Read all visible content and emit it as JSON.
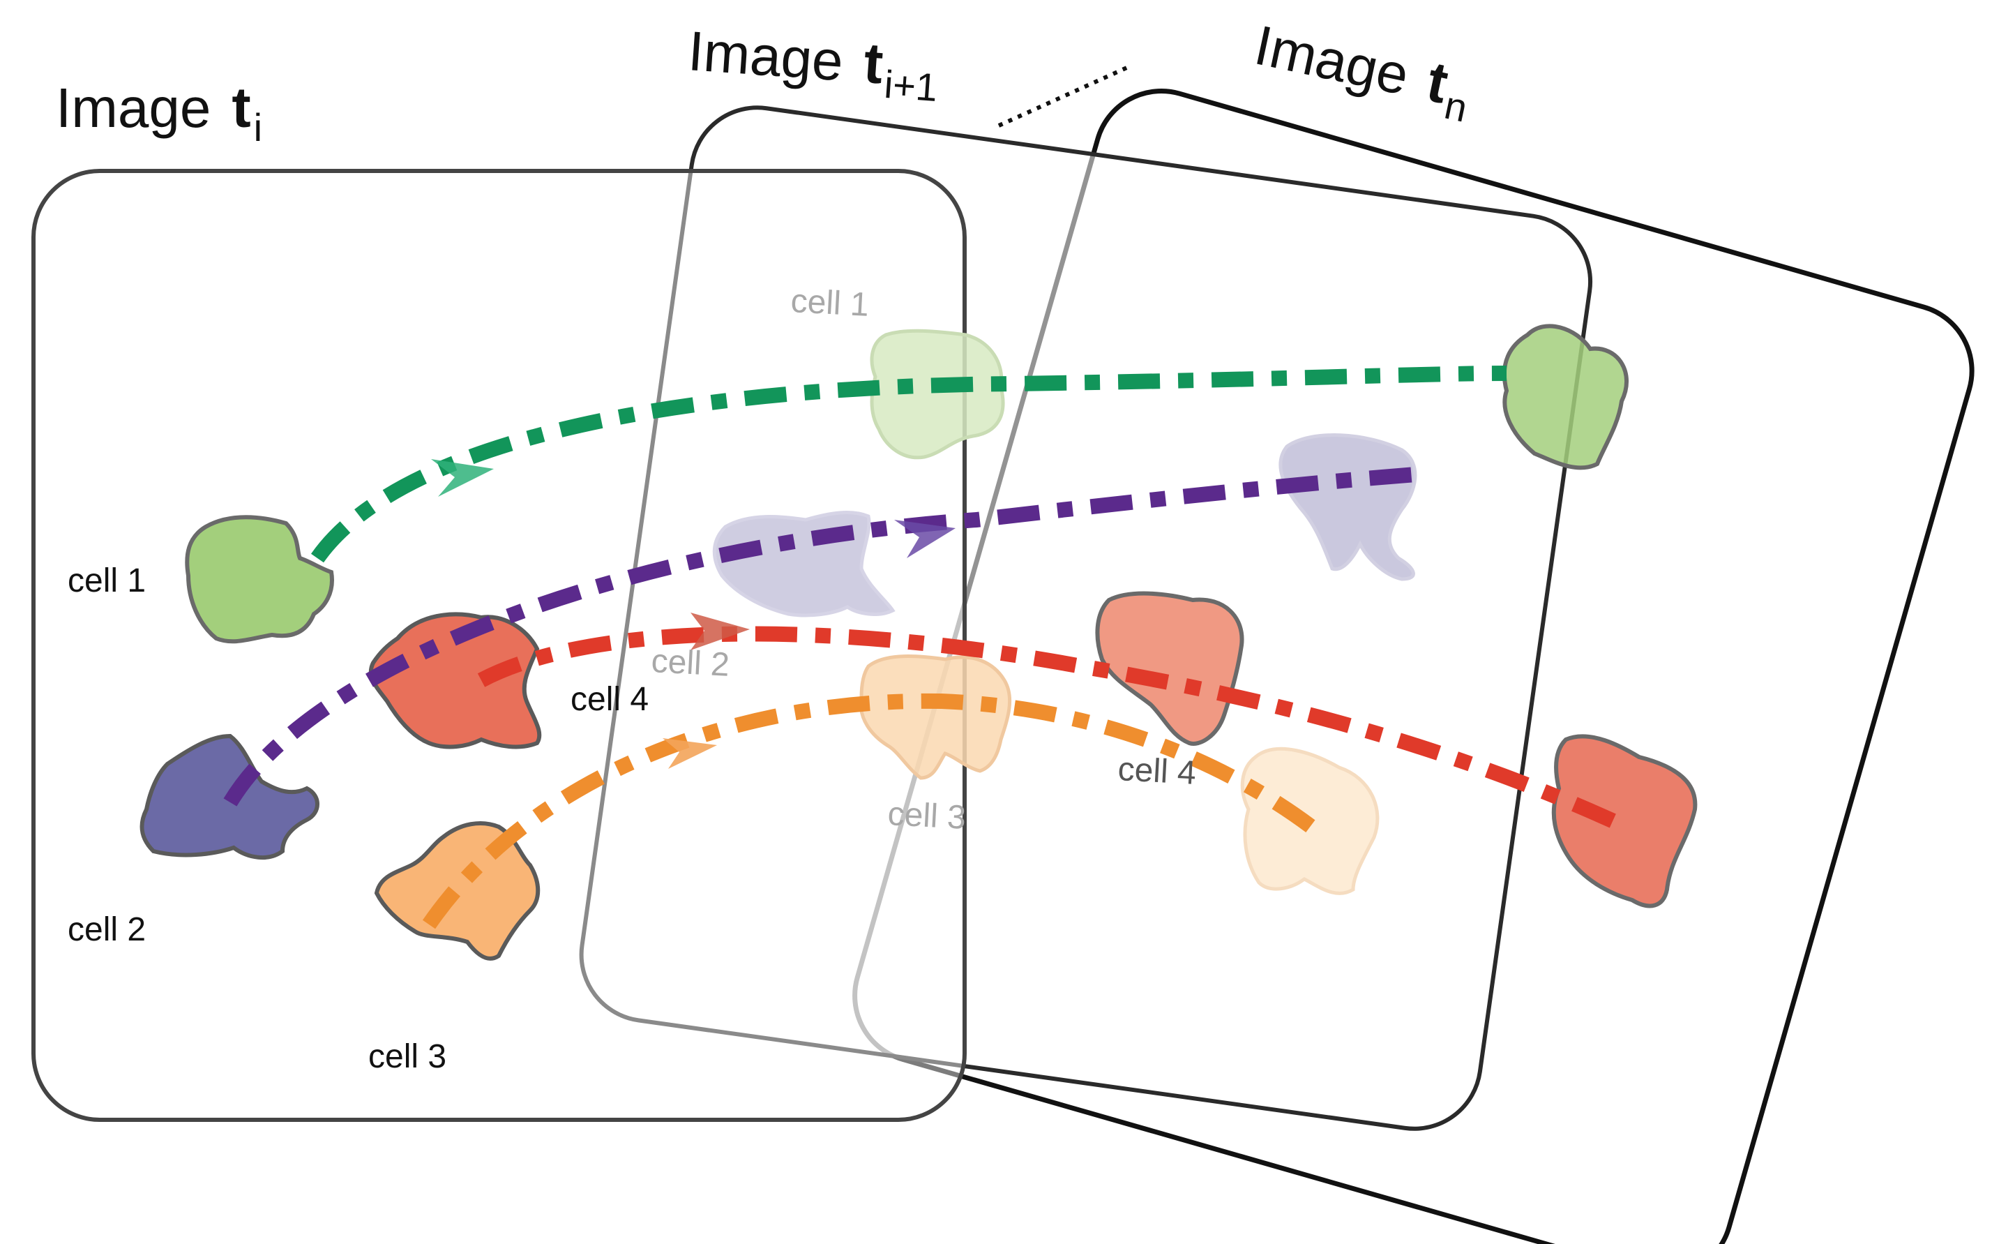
{
  "frames": [
    {
      "id": "frame-t-i",
      "prefix": "Image",
      "symbol": "t",
      "subscript": "i"
    },
    {
      "id": "frame-t-i1",
      "prefix": "Image",
      "symbol": "t",
      "subscript": "i+1"
    },
    {
      "id": "frame-t-n",
      "prefix": "Image",
      "symbol": "t",
      "subscript": "n"
    }
  ],
  "labels": {
    "frame_i": {
      "cell1": "cell 1",
      "cell2": "cell 2",
      "cell3": "cell 3",
      "cell4": "cell 4"
    },
    "frame_i1": {
      "cell1": "cell 1",
      "cell2": "cell 2",
      "cell3": "cell 3",
      "cell4": "cell 4"
    }
  },
  "tracks": [
    {
      "cell": "cell 1",
      "color": "#12955a"
    },
    {
      "cell": "cell 2",
      "color": "#5b2a8c"
    },
    {
      "cell": "cell 3",
      "color": "#ef8e2e"
    },
    {
      "cell": "cell 4",
      "color": "#e03a2a"
    }
  ],
  "cell_colors": {
    "cell1": "#a3cf7c",
    "cell2": "#6b6aa6",
    "cell3": "#f9b576",
    "cell4": "#e8705a",
    "outline": "#5a5a5a"
  }
}
